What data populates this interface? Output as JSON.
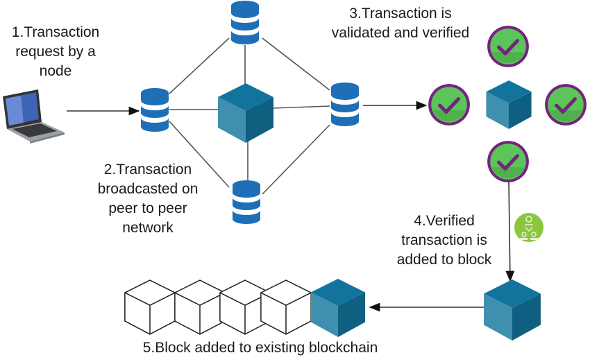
{
  "colors": {
    "db_blue": "#1f6fb8",
    "cube_top": "#12749d",
    "cube_left": "#3f8fae",
    "cube_right": "#0f5f80",
    "check_fill": "#5cc55a",
    "check_ring": "#74237f",
    "miner_green": "#8cc63f",
    "line": "#444444"
  },
  "steps": [
    {
      "id": "step1",
      "text": "1.Transaction\nrequest by a\nnode"
    },
    {
      "id": "step2",
      "text": "2.Transaction\nbroadcasted on\npeer to peer\nnetwork"
    },
    {
      "id": "step3",
      "text": "3.Transaction is\nvalidated and verified"
    },
    {
      "id": "step4",
      "text": "4.Verified\ntransaction is\nadded to block"
    },
    {
      "id": "step5",
      "text": "5.Block added to existing blockchain"
    }
  ],
  "nodes": {
    "client": "laptop-icon",
    "network_nodes": [
      "database-icon",
      "database-icon",
      "database-icon",
      "database-icon"
    ],
    "center_block": "cube-icon",
    "validators": [
      "check-icon",
      "check-icon",
      "check-icon",
      "check-icon"
    ],
    "miner": "miner-icon",
    "chain_block_count": 4
  }
}
